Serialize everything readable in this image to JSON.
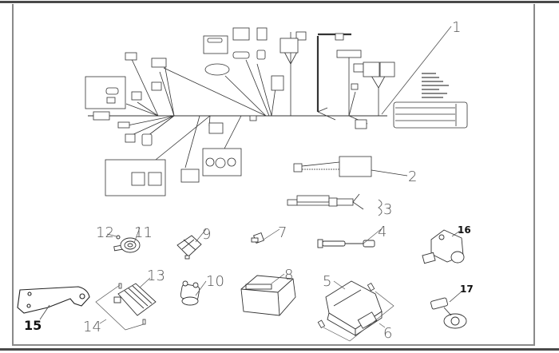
{
  "diagram": {
    "title": "Electrical components and wiring harness exploded view",
    "callouts": [
      {
        "id": "1",
        "label": "1",
        "part": "main-wiring-harness"
      },
      {
        "id": "2",
        "label": "2",
        "part": "sub-harness"
      },
      {
        "id": "3",
        "label": "3",
        "part": "sensor-lead"
      },
      {
        "id": "4",
        "label": "4",
        "part": "sensor-cable"
      },
      {
        "id": "5",
        "label": "5",
        "part": "ecu"
      },
      {
        "id": "6",
        "label": "6",
        "part": "ecu-bolts"
      },
      {
        "id": "7",
        "label": "7",
        "part": "small-sensor"
      },
      {
        "id": "8",
        "label": "8",
        "part": "battery"
      },
      {
        "id": "9",
        "label": "9",
        "part": "relay"
      },
      {
        "id": "10",
        "label": "10",
        "part": "starter-relay"
      },
      {
        "id": "11",
        "label": "11",
        "part": "horn"
      },
      {
        "id": "12",
        "label": "12",
        "part": "horn-bolt"
      },
      {
        "id": "13",
        "label": "13",
        "part": "regulator-rectifier"
      },
      {
        "id": "14",
        "label": "14",
        "part": "regulator-bolts"
      },
      {
        "id": "15",
        "label": "15",
        "part": "mounting-bracket"
      },
      {
        "id": "16",
        "label": "16",
        "part": "throttle-body-sensor"
      },
      {
        "id": "17",
        "label": "17",
        "part": "speed-sensor"
      }
    ],
    "colors": {
      "line": "#333333",
      "callout_text": "#555555",
      "frame": "#8a8a8a"
    }
  }
}
